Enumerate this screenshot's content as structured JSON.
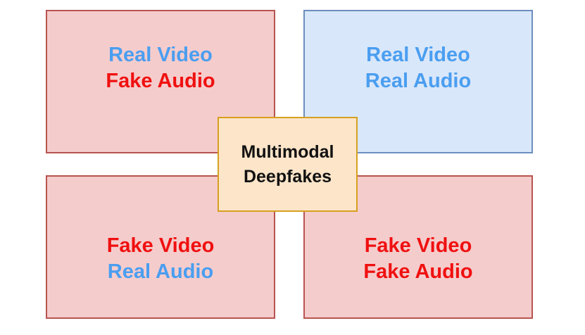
{
  "colors": {
    "real": "#4a9ef0",
    "fake": "#f01010",
    "fake_box_fill": "#f5cccc",
    "fake_box_border": "#b85450",
    "real_box_fill": "#d9e7fa",
    "real_box_border": "#6c8ebf",
    "center_fill": "#fde5c9",
    "center_border": "#d6a020"
  },
  "center": {
    "line1": "Multimodal",
    "line2": "Deepfakes"
  },
  "quadrants": {
    "top_left": {
      "line1": "Real Video",
      "line1_kind": "real",
      "line2": "Fake Audio",
      "line2_kind": "fake",
      "box_kind": "fake"
    },
    "top_right": {
      "line1": "Real Video",
      "line1_kind": "real",
      "line2": "Real Audio",
      "line2_kind": "real",
      "box_kind": "real"
    },
    "bottom_left": {
      "line1": "Fake Video",
      "line1_kind": "fake",
      "line2": "Real Audio",
      "line2_kind": "real",
      "box_kind": "fake"
    },
    "bottom_right": {
      "line1": "Fake Video",
      "line1_kind": "fake",
      "line2": "Fake Audio",
      "line2_kind": "fake",
      "box_kind": "fake"
    }
  }
}
